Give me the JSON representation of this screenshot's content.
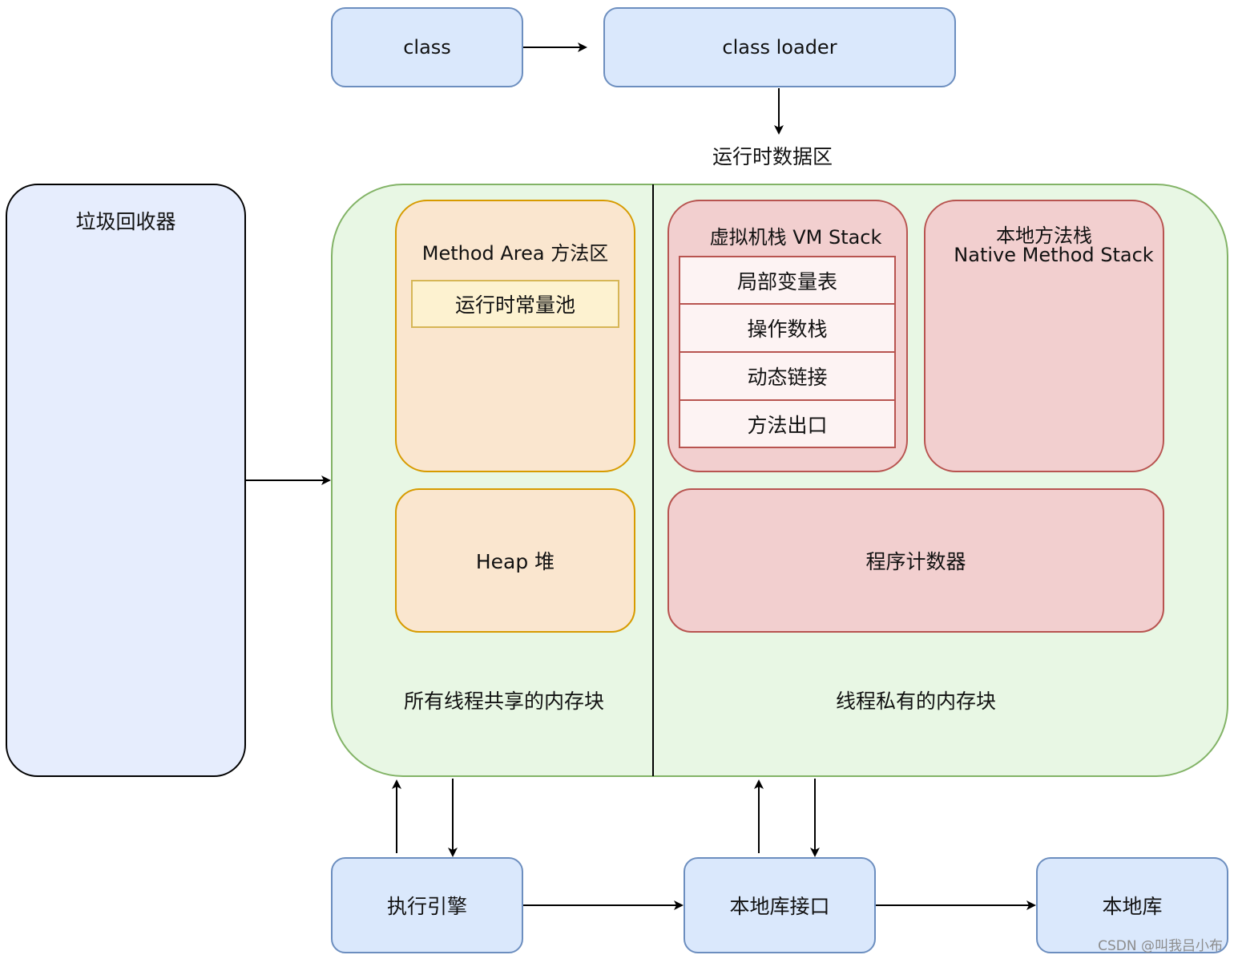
{
  "nodes": {
    "class": "class",
    "class_loader": "class loader",
    "runtime_data_area": "运行时数据区",
    "gc": "垃圾回收器",
    "method_area": "Method Area 方法区",
    "runtime_constant_pool": "运行时常量池",
    "heap": "Heap 堆",
    "vm_stack": "虚拟机栈 VM Stack",
    "vm_stack_items": [
      "局部变量表",
      "操作数栈",
      "动态链接",
      "方法出口"
    ],
    "native_stack_line1": "本地方法栈",
    "native_stack_line2": "Native Method Stack",
    "program_counter": "程序计数器",
    "shared_label": "所有线程共享的内存块",
    "private_label": "线程私有的内存块",
    "exec_engine": "执行引擎",
    "native_interface": "本地库接口",
    "native_lib": "本地库"
  },
  "watermark": "CSDN @叫我吕小布",
  "colors": {
    "blue_fill": "#dae8fc",
    "blue_stroke": "#6c8ebf",
    "green_fill": "#e8f7e4",
    "green_stroke": "#82b366",
    "orange_fill": "#fae6cf",
    "orange_stroke": "#d79b00",
    "yellow_fill": "#fdf2d0",
    "yellow_stroke": "#d6b656",
    "red_fill": "#f2cfcf",
    "red_stroke": "#b85450"
  }
}
